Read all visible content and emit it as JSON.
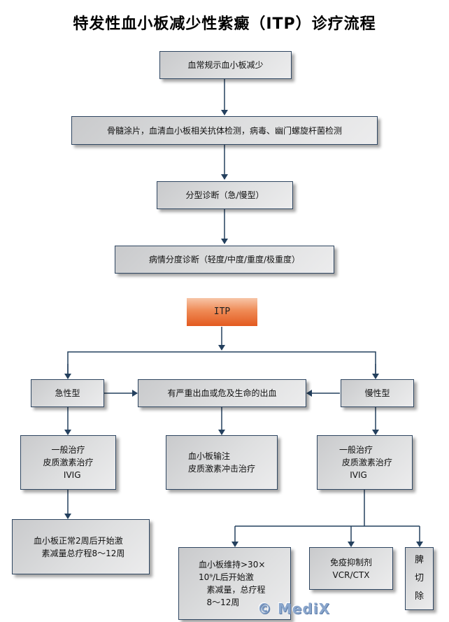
{
  "title": "特发性血小板减少性紫癜（ITP）诊疗流程",
  "colors": {
    "line": "#24405e",
    "box_border": "#2e4560",
    "itp_fill_top": "#f7c5a8",
    "itp_fill_bottom": "#e35a1f",
    "watermark": "#8aa6cc"
  },
  "nodes": {
    "cbc": "血常规示血小板减少",
    "tests": "骨髓涂片，血清血小板相关抗体检测，病毒、幽门螺旋杆菌检测",
    "typing": "分型诊断（急/慢型）",
    "severity": "病情分度诊断（轻度/中度/重度/极重度）",
    "itp": "ITP",
    "acute": "急性型",
    "severe_bleeding": "有严重出血或危及生命的出血",
    "chronic": "慢性型",
    "acute_treatment": "一般治疗\n皮质激素治疗\n   IVIG",
    "bleeding_treatment": "血小板输注\n皮质激素冲击治疗",
    "chronic_treatment": "一般治疗\n 皮质激素治疗\n    IVIG",
    "acute_followup": "血小板正常2周后开始激\n   素减量总疗程8～12周",
    "chronic_maintain": "血小板维持>30×\n10⁹/L后开始激\n   素减量，总疗程\n   8～12周",
    "immunosuppressant": "免疫抑制剂\nVCR/CTX",
    "splenectomy": "脾\n切\n除"
  },
  "watermark": "© MediX"
}
